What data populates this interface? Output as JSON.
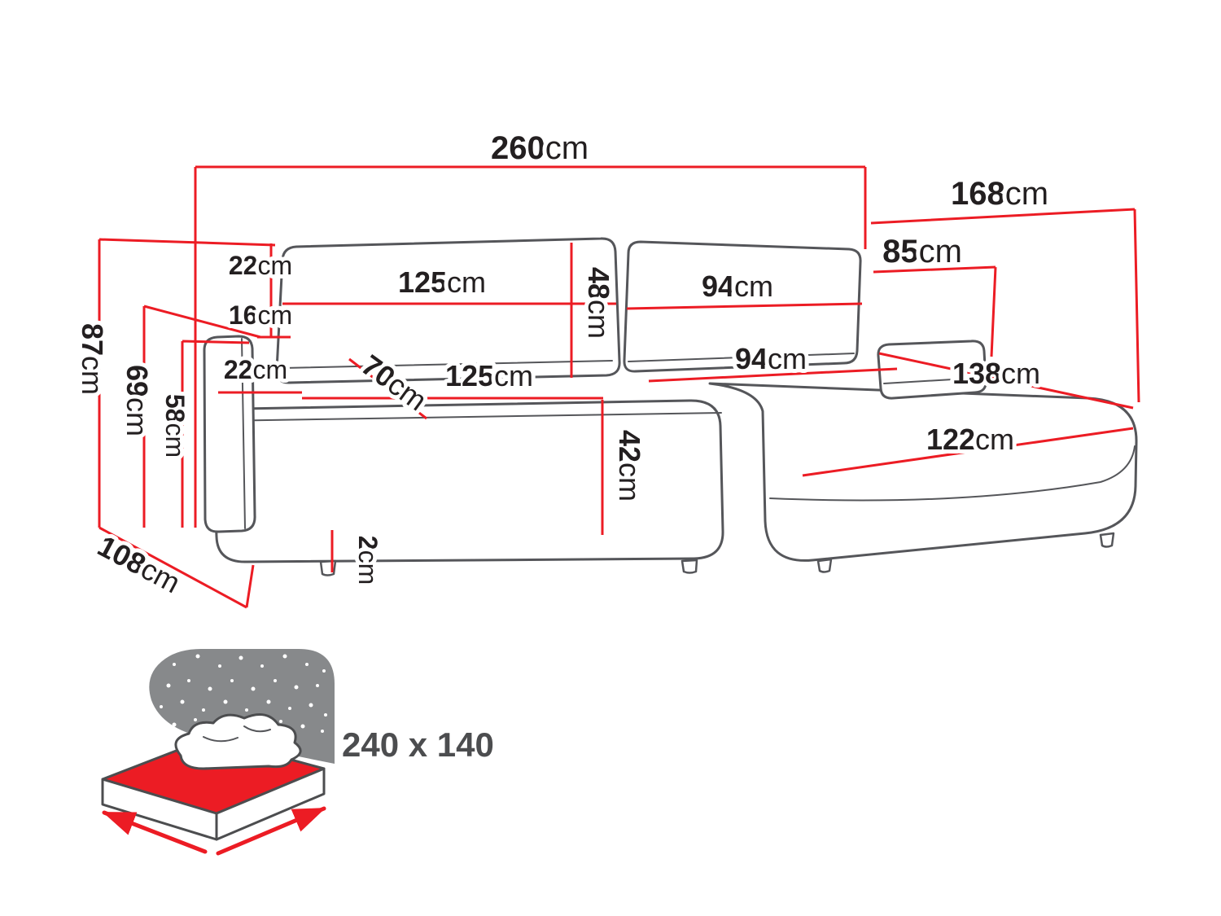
{
  "unit": "cm",
  "dims": {
    "total_width": "260",
    "total_depth_right": "168",
    "back_width_right": "85",
    "backrest_thickness": "22",
    "backrest_left_width": "125",
    "backrest_height": "48",
    "backrest_right_width": "94",
    "armrest_front_width": "16",
    "armrest_width": "22",
    "seat_depth": "70",
    "seat_left_width": "125",
    "seat_right_width": "94",
    "chaise_length": "138",
    "chaise_front_width": "122",
    "seat_height": "42",
    "total_height": "87",
    "backrest_total_height": "69",
    "armrest_height": "58",
    "total_depth_left": "108",
    "leg_height": "2"
  },
  "sleeping": {
    "area_label": "240 x 140",
    "icon": "sofa-bed-with-stars-icon"
  },
  "colors": {
    "dimension_red": "#ec1c24",
    "outline_gray": "#55565a",
    "label_black": "#231f20",
    "icon_gray": "#87898b",
    "area_text_gray": "#4c4d4f"
  }
}
